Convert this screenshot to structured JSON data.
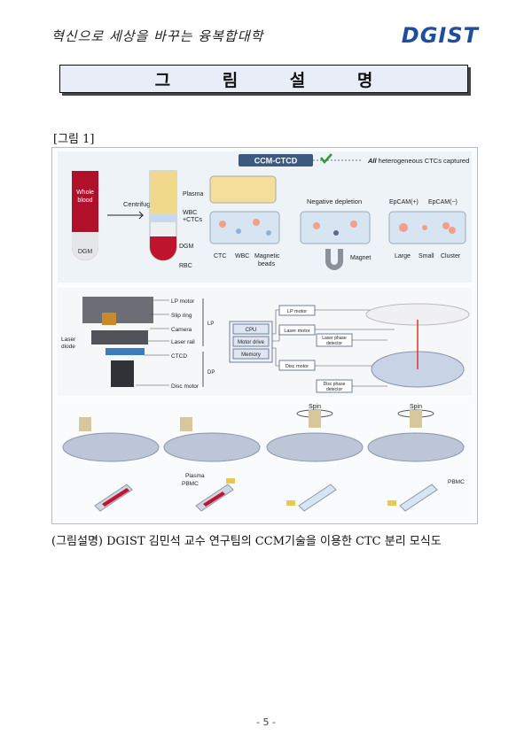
{
  "header": {
    "slogan": "혁신으로 세상을 바꾸는 융복합대학",
    "logo": "DGIST"
  },
  "title": "그 림 설 명",
  "figure": {
    "label": "[그림 1]",
    "top": {
      "ccm_ctcd": "CCM-CTCD",
      "captured_bold": "All",
      "captured_rest": " heterogeneous CTCs captured",
      "whole_blood_1": "Whole",
      "whole_blood_2": "blood",
      "dgm": "DGM",
      "centrifugation": "Centrifugation",
      "plasma": "Plasma",
      "wbc_ctcs_1": "WBC",
      "wbc_ctcs_2": "+CTCs",
      "dgm2": "DGM",
      "rbc": "RBC",
      "ctc": "CTC",
      "wbc": "WBC",
      "magnetic_beads_1": "Magnetic",
      "magnetic_beads_2": "beads",
      "negative_depletion": "Negative depletion",
      "magnet": "Magnet",
      "epcam_pos": "EpCAM(+)",
      "epcam_neg": "EpCAM(−)",
      "large": "Large",
      "small": "Small",
      "cluster": "Cluster"
    },
    "middle": {
      "lp_motor": "LP motor",
      "slip_ring": "Slip ring",
      "camera": "Camera",
      "laser_rail": "Laser rail",
      "laser_diode_1": "Laser",
      "laser_diode_2": "diode",
      "ctcd": "CTCD",
      "disc_motor": "Disc motor",
      "lp": "LP",
      "dp": "DP",
      "cpu": "CPU",
      "motor_drive": "Motor drive",
      "memory": "Memory",
      "lp_motor_box": "LP motor",
      "laser_motor_box": "Laser motor",
      "laser_phase_1": "Laser phase",
      "laser_phase_2": "detector",
      "disc_motor_box": "Disc motor",
      "disc_phase_1": "Disc phase",
      "disc_phase_2": "detector"
    },
    "bottom": {
      "spin1": "Spin",
      "spin2": "Spin",
      "plasma": "Plasma",
      "pbmc1": "PBMC",
      "pbmc2": "PBMC"
    }
  },
  "caption": "(그림설명) DGIST 김민석 교수 연구팀의 CCM기술을 이용한 CTC 분리 모식도",
  "page_number": "- 5 -"
}
